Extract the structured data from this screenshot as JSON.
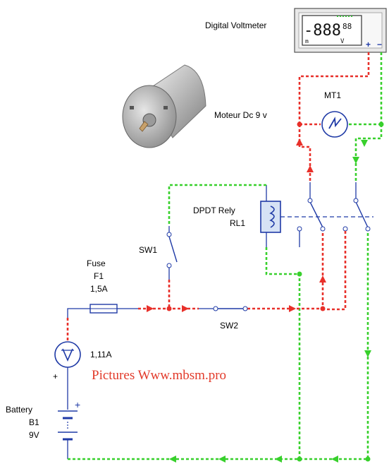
{
  "labels": {
    "voltmeter": "Digital Voltmeter",
    "voltmeter_plus": "+",
    "voltmeter_minus": "−",
    "lcd_digits": "-888",
    "lcd_small": "88",
    "lcd_unit": "V",
    "lcd_mode": "m",
    "motor": "Moteur Dc 9 v",
    "motor_ref": "MT1",
    "relay_name": "DPDT Rely",
    "relay_ref": "RL1",
    "sw1": "SW1",
    "sw2": "SW2",
    "fuse_name": "Fuse",
    "fuse_ref": "F1",
    "fuse_rating": "1,5A",
    "ammeter_reading": "1,11A",
    "ammeter_plus": "+",
    "battery_name": "Battery",
    "battery_ref": "B1",
    "battery_voltage": "9V",
    "battery_plus": "+",
    "watermark": "Pictures Www.mbsm.pro"
  },
  "colors": {
    "wire": "#1f3aa6",
    "current_positive": "#e8302a",
    "current_return": "#38d02c",
    "watermark": "#e23a2a"
  }
}
